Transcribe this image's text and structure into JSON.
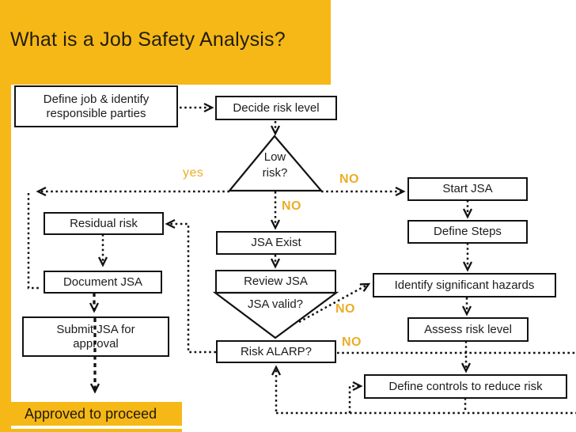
{
  "slide": {
    "title": "What is a Job Safety Analysis?",
    "approved_banner": "Approved to proceed",
    "accent_color": "#F5B816",
    "decision_label_color": "#EBAD28"
  },
  "nodes": {
    "define_job": {
      "line1": "Define job  & identify",
      "line2": "responsible parties"
    },
    "decide_risk": "Decide risk level",
    "start_jsa": "Start JSA",
    "define_steps": "Define Steps",
    "identify_hazards": "Identify significant hazards",
    "assess_risk": "Assess risk level",
    "define_controls": "Define controls to reduce risk",
    "jsa_exist": "JSA Exist",
    "review_jsa": "Review JSA",
    "risk_alarp": "Risk ALARP?",
    "residual_risk": "Residual risk",
    "document_jsa": "Document JSA",
    "submit_jsa": {
      "line1": "Submit JSA for",
      "line2": "approval"
    }
  },
  "decisions": {
    "low_risk": {
      "line1": "Low",
      "line2": "risk?"
    },
    "jsa_valid": "JSA valid?"
  },
  "labels": {
    "yes": "yes",
    "no_start": "NO",
    "no_exist": "NO",
    "no_valid": "NO",
    "no_alarp": "NO"
  }
}
